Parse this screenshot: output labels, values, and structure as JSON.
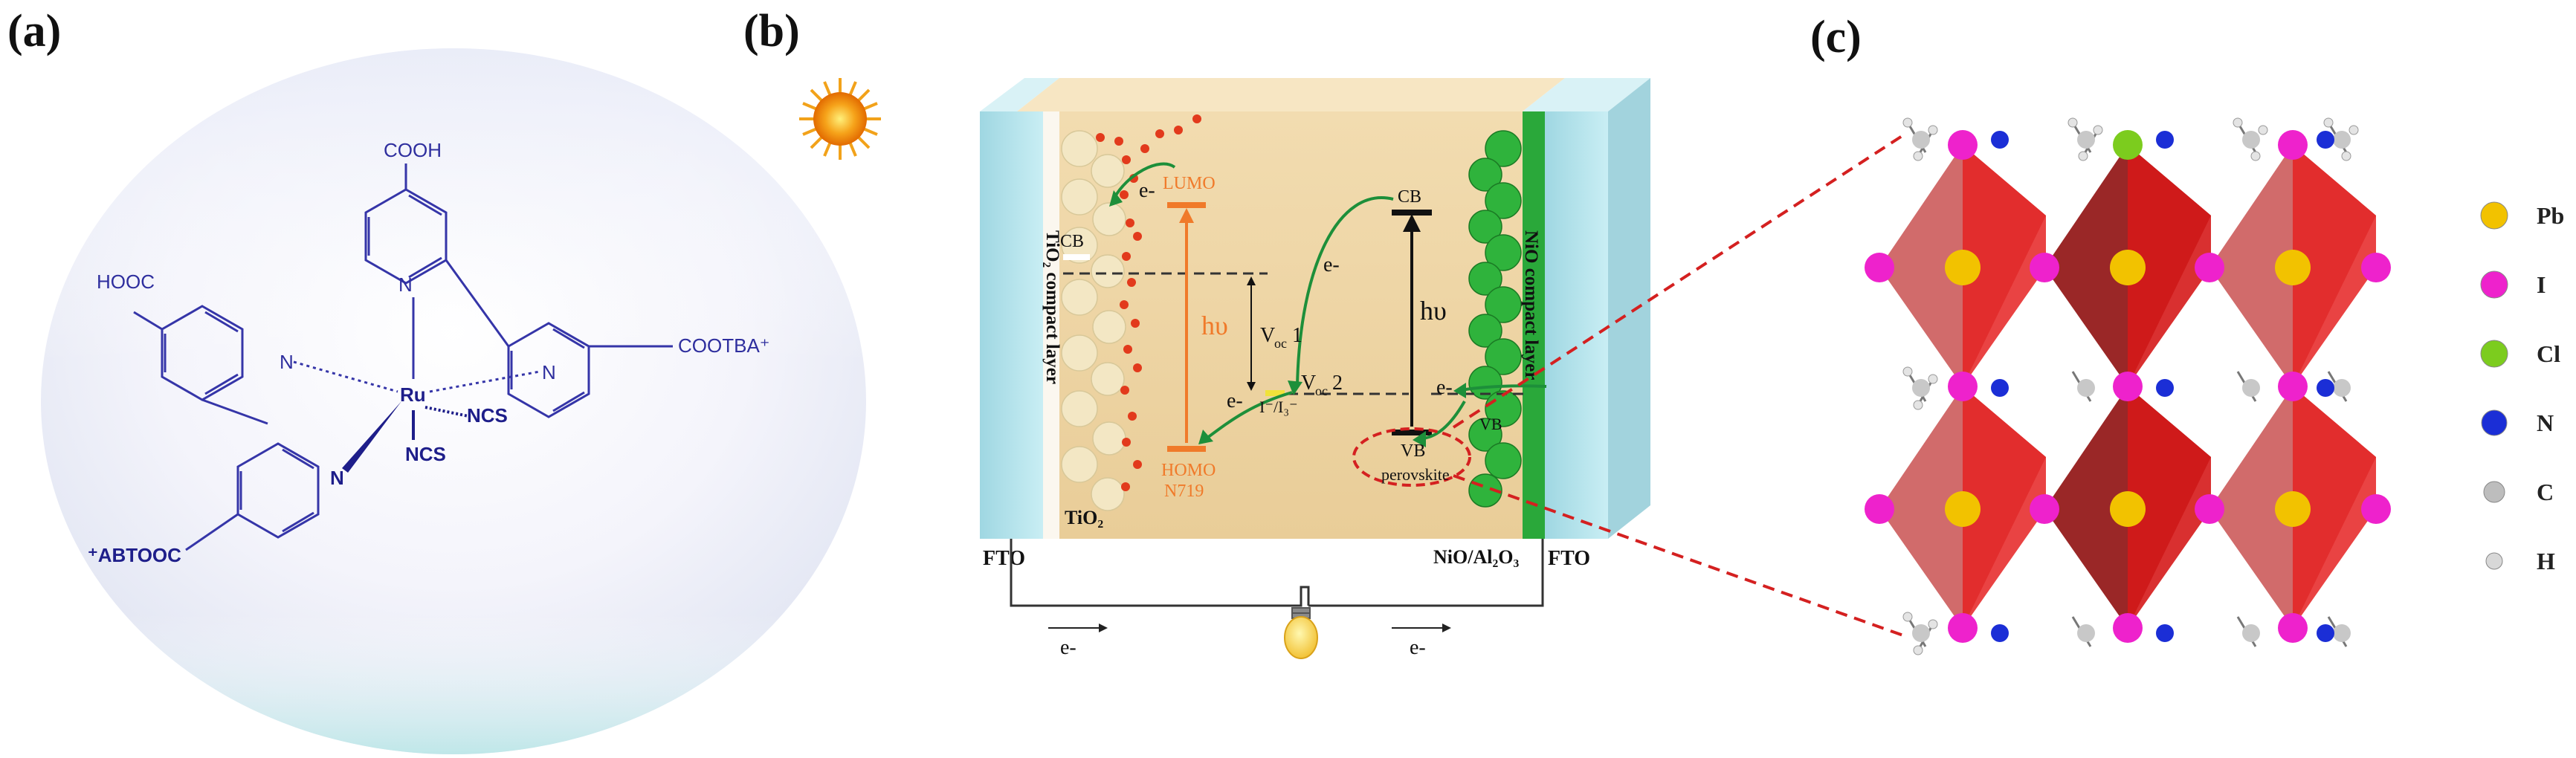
{
  "panels": {
    "a": {
      "label": "(a)"
    },
    "b": {
      "label": "(b)"
    },
    "c": {
      "label": "(c)"
    }
  },
  "molecule": {
    "cooh": "COOH",
    "hooc": "HOOC",
    "cootba": "COOTBA⁺",
    "abtooc": "⁺ABTOOC",
    "ru": "Ru",
    "n": "N",
    "ncs1": "NCS",
    "ncs2": "NCS"
  },
  "device": {
    "lumo": "LUMO",
    "homo": "HOMO",
    "n719": "N719",
    "cb_left": "CB",
    "cb_right": "CB",
    "vb_right": "VB",
    "vb_small": "VB",
    "perovskite": "perovskite",
    "hv_left": "hυ",
    "hv_right": "hυ",
    "voc1": "V",
    "voc1_sub": "oc",
    "voc1_num": "1",
    "voc2": "V",
    "voc2_sub": "oc",
    "voc2_num": "2",
    "redox": "I⁻/I₃⁻",
    "electron": "e-",
    "tio2_layer": "TiO₂ compact layer",
    "nio_layer": "NiO compact layer",
    "fto_left": "FTO",
    "fto_right": "FTO",
    "tio2": "TiO₂",
    "nio_al2o3": "NiO/Al₂O₃"
  },
  "legend": [
    {
      "label": "Pb",
      "color": "#f2c200"
    },
    {
      "label": "I",
      "color": "#ee22cc"
    },
    {
      "label": "Cl",
      "color": "#7ccc1e"
    },
    {
      "label": "N",
      "color": "#1b2ed6"
    },
    {
      "label": "C",
      "color": "#bdbdbd"
    },
    {
      "label": "H",
      "color": "#d8d8d8"
    }
  ],
  "colors": {
    "lumo_homo": "#f07a2a",
    "arrow_green": "#1d8f3a",
    "fto": "#b8e2ea",
    "octahedron": "#b02020",
    "dashed_red": "#d42020"
  }
}
